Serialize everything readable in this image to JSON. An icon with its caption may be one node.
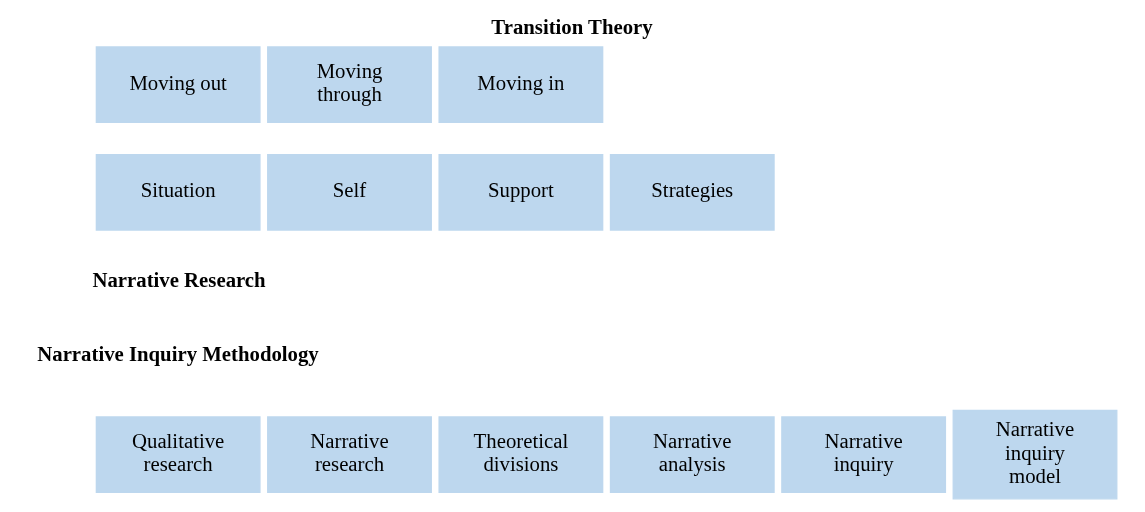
{
  "diagram": {
    "title": "Transition Theory",
    "nodes": [
      {
        "text": [
          "Moving out"
        ]
      },
      {
        "text": [
          "Moving through"
        ]
      },
      {
        "text": [
          "Moving in"
        ]
      },
      {
        "text": [
          "Situation"
        ]
      },
      {
        "text": [
          "Self"
        ]
      },
      {
        "text": [
          "Support"
        ]
      },
      {
        "text": [
          "Strategies"
        ]
      },
      {
        "text": [
          "Qualitative research"
        ]
      },
      {
        "text": [
          "Narrative research"
        ]
      },
      {
        "text": [
          "Theoretical divisions"
        ]
      },
      {
        "text": [
          "Narrative analysis"
        ]
      },
      {
        "text": [
          "Narrative inquiry"
        ]
      },
      {
        "text": [
          "Narrative inquiry model"
        ]
      }
    ],
    "edges": [],
    "labels": [
      "Narrative Research",
      "Narrative Inquiry Methodology"
    ]
  }
}
